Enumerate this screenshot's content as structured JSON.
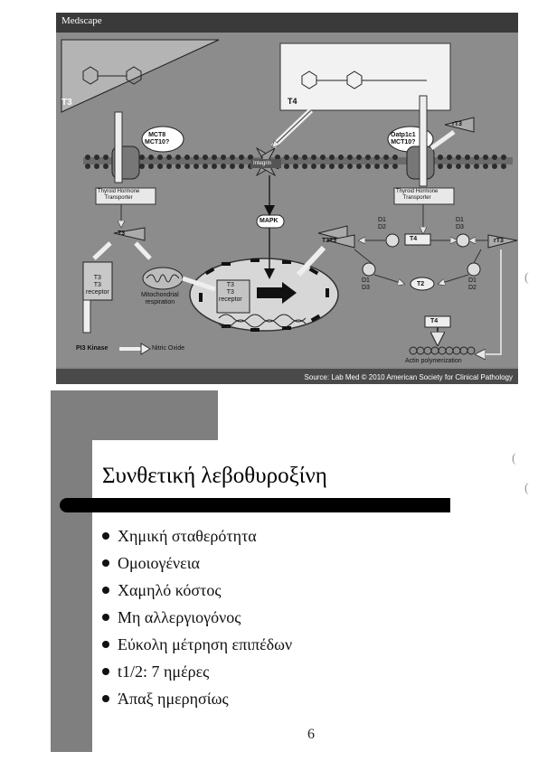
{
  "slide1": {
    "brand": "Medscape",
    "source": "Source: Lab Med © 2010 American Society for Clinical Pathology",
    "labels": {
      "t3": "T3",
      "t4": "T4",
      "rt3": "rT3",
      "mct_left": "MCT8\nMCT10?",
      "oatp": "Oatp1c1\nMCT10?",
      "integrin": "Integrin",
      "transporter": "Thyroid Hormone\nTransporter",
      "mapk": "MAPK",
      "t3_receptor": "T3\nT3\nreceptor",
      "nucleus_receptor": "T3\nT3\nreceptor",
      "mito": "Mitochondrial\nrespiration",
      "pi3k": "PI3 Kinase",
      "no": "Nitric Oxide",
      "d1d2": "D1\nD2",
      "d1d3": "D1\nD3",
      "t2": "T2",
      "actin": "Actin polymerization"
    }
  },
  "slide2": {
    "title": "Συνθετική λεβοθυροξίνη",
    "bullets": [
      "Χημική σταθερότητα",
      "Ομοιογένεια",
      "Χαμηλό κόστος",
      "Μη αλλεργιογόνος",
      "Εύκολη μέτρηση επιπέδων",
      "t1/2: 7 ημέρες",
      "Άπαξ ημερησίως"
    ]
  },
  "page_number": "6",
  "margin_marks": [
    "(",
    "(",
    "("
  ]
}
